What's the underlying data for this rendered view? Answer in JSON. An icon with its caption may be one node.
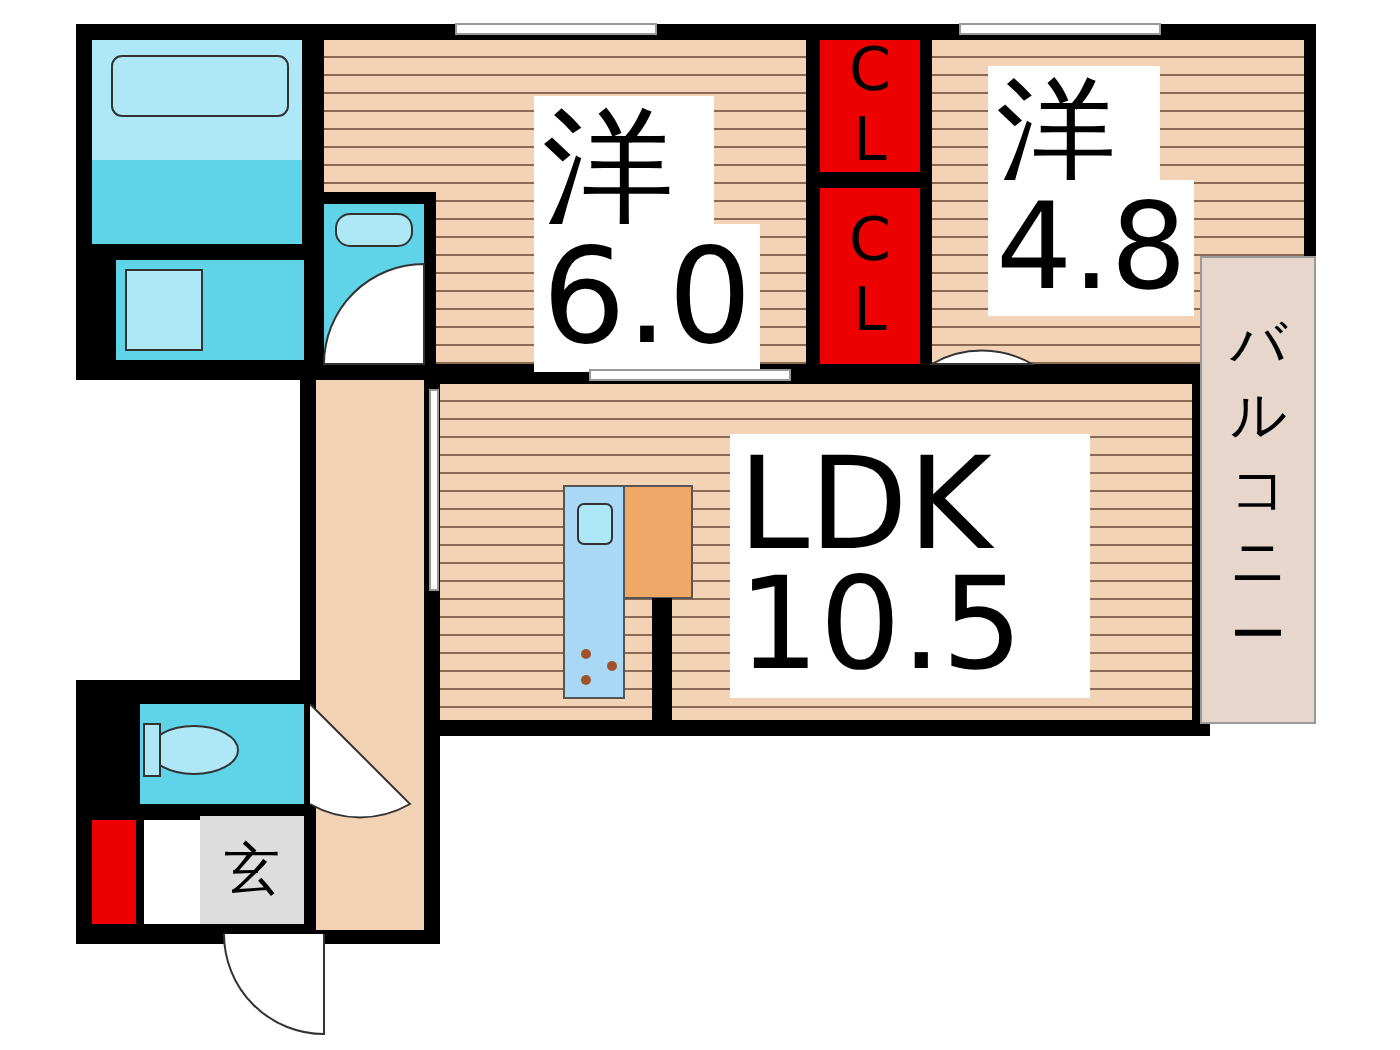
{
  "diagram": {
    "nodes": [
      {
        "text": [
          "洋",
          "6.0"
        ]
      },
      {
        "text": [
          "CL"
        ]
      },
      {
        "text": [
          "CL"
        ]
      },
      {
        "text": [
          "洋",
          "4.8"
        ]
      },
      {
        "text": [
          "LDK",
          "10.5"
        ]
      },
      {
        "text": [
          "バルコニー"
        ]
      },
      {
        "text": [
          "玄"
        ]
      }
    ]
  }
}
